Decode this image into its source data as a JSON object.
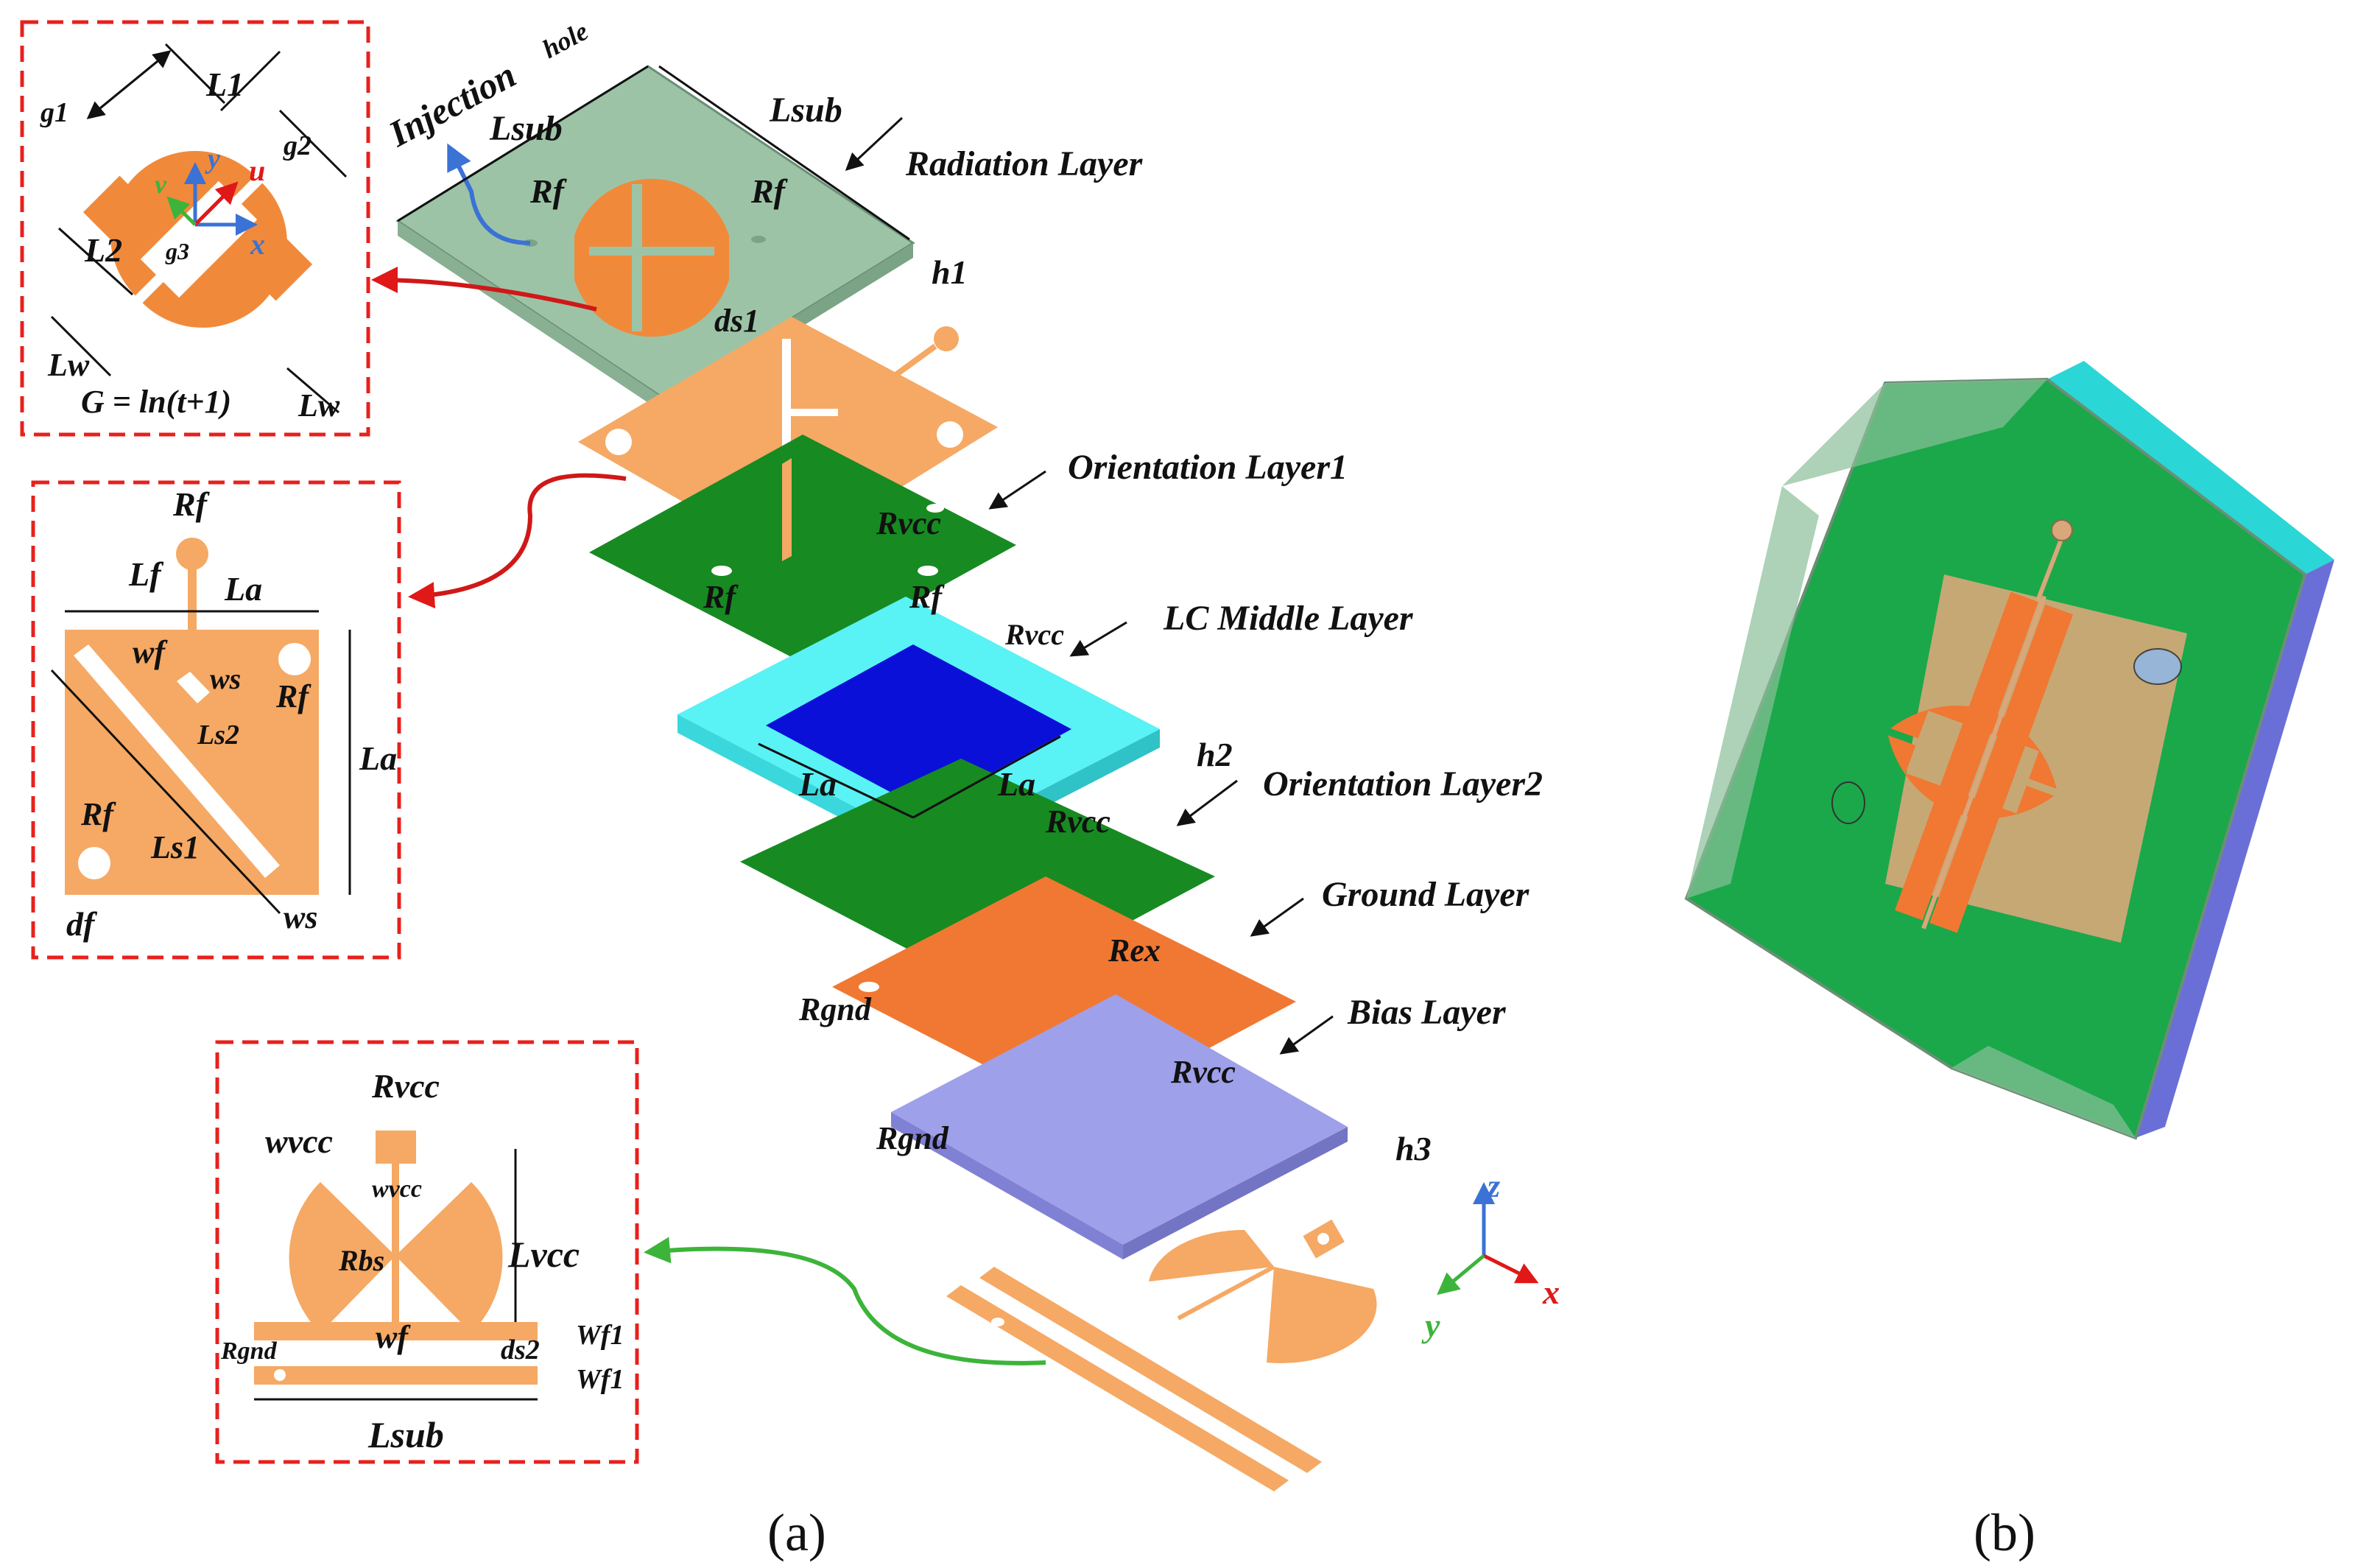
{
  "colors": {
    "copper": "#f08a3a",
    "copper_light": "#f5a964",
    "substrate": "#9dc3a6",
    "orientation": "#178a22",
    "lc_cyan": "#59f2f5",
    "lc_blue": "#0b10d8",
    "ground": "#f07832",
    "bias": "#9fa0ea",
    "box_dash": "#e8201c",
    "arrow_red": "#e01818",
    "arrow_green": "#3cb43a",
    "axis_blue": "#3a72d6",
    "axis_green": "#3cb43a",
    "axis_red": "#e01818"
  },
  "layers": {
    "radiation": "Radiation Layer",
    "orientation1": "Orientation Layer1",
    "lc_middle": "LC Middle Layer",
    "orientation2": "Orientation Layer2",
    "ground": "Ground Layer",
    "bias": "Bias Layer"
  },
  "labels": {
    "injection": "Injection",
    "hole": "hole",
    "lsub": "Lsub",
    "rf": "Rf",
    "rvcc": "Rvcc",
    "rex": "Rex",
    "rgnd": "Rgnd",
    "h1": "h1",
    "h2": "h2",
    "h3": "h3",
    "ds1": "ds1",
    "la": "La"
  },
  "inset1": {
    "l1": "L1",
    "l2": "L2",
    "g1": "g1",
    "g2": "g2",
    "g3": "g3",
    "lw": "Lw",
    "formula": "G = ln(t+1)",
    "axis_u": "u",
    "axis_v": "v",
    "axis_x": "x",
    "axis_y": "y"
  },
  "inset2": {
    "rf": "Rf",
    "lf": "Lf",
    "la": "La",
    "wf": "wf",
    "ws": "ws",
    "ls2": "Ls2",
    "ls1": "Ls1",
    "df": "df"
  },
  "inset3": {
    "rvcc": "Rvcc",
    "wvcc": "wvcc",
    "lvcc": "Lvcc",
    "rbs": "Rbs",
    "wf": "wf",
    "ds2": "ds2",
    "wf1": "Wf1",
    "rgnd": "Rgnd",
    "lsub": "Lsub"
  },
  "axes": {
    "x": "x",
    "y": "y",
    "z": "z"
  },
  "captions": {
    "a": "(a)",
    "b": "(b)"
  }
}
